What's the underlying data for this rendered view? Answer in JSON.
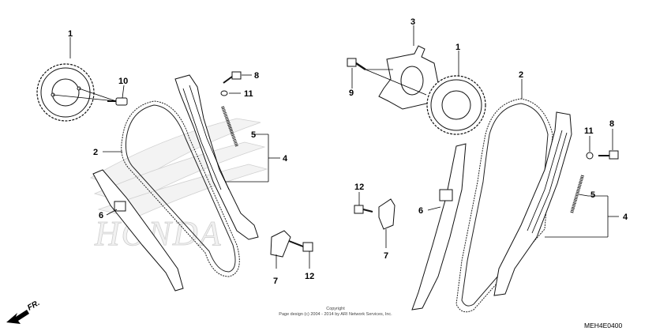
{
  "diagram": {
    "watermark": "HONDA",
    "front_indicator": "FR.",
    "left_assembly": {
      "callouts": [
        "1",
        "10",
        "8",
        "11",
        "2",
        "5",
        "4",
        "6",
        "7",
        "12"
      ]
    },
    "right_assembly": {
      "callouts": [
        "3",
        "1",
        "9",
        "2",
        "11",
        "8",
        "5",
        "4",
        "12",
        "6",
        "7"
      ]
    }
  },
  "footer": {
    "copyright_line1": "Copyright",
    "copyright_line2": "Page design (c) 2004 - 2014 by ARI Network Services, Inc.",
    "diagram_code": "MEH4E0400"
  },
  "colors": {
    "line": "#000000",
    "watermark_fill": "#f1f1f1",
    "background": "#ffffff"
  }
}
